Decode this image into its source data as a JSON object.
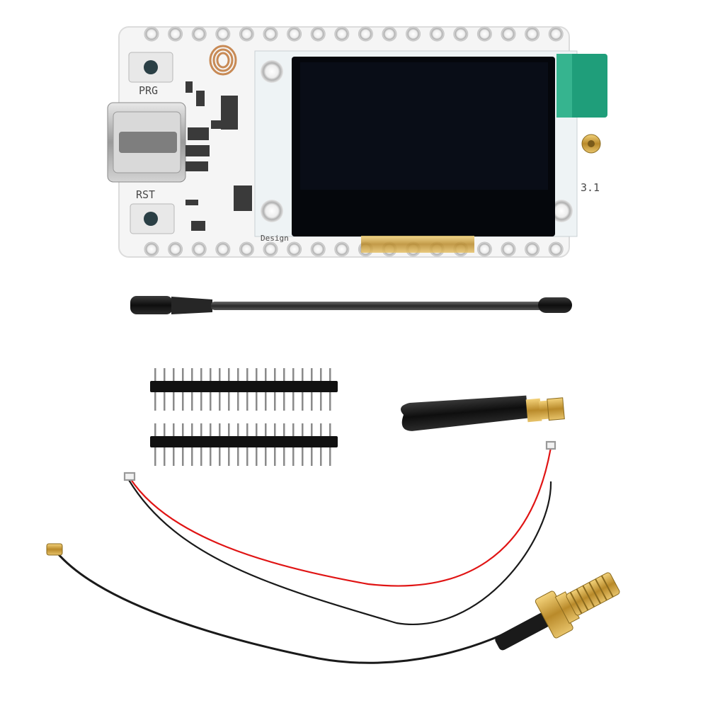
{
  "board": {
    "prg_label": "PRG",
    "rst_label": "RST",
    "version_label": "3.1",
    "design_label": "Design"
  },
  "colors": {
    "pcb": "#f4f4f4",
    "oled": "#05070c",
    "rf_shield": "#1f9e7a",
    "antenna_coil": "#c88a55",
    "gold": "#c9a23a",
    "wire_red": "#e01414",
    "wire_black": "#1a1a1a",
    "antenna_body": "#222222"
  },
  "items": [
    {
      "name": "dev-board",
      "icon": "pcb-with-oled"
    },
    {
      "name": "whip-antenna",
      "icon": "spring-antenna"
    },
    {
      "name": "pin-header-strips",
      "count": 2
    },
    {
      "name": "rubber-duck-antenna",
      "icon": "sma-antenna"
    },
    {
      "name": "battery-cable",
      "icon": "jst-red-black-wire"
    },
    {
      "name": "ipex-to-sma-pigtail",
      "icon": "coax-pigtail"
    }
  ]
}
